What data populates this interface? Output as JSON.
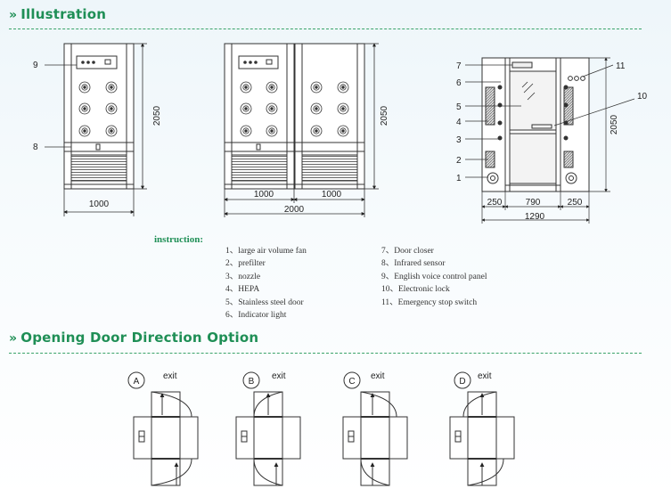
{
  "sections": {
    "illustration": "Illustration",
    "opening": "Opening Door Direction Option"
  },
  "front_single": {
    "callouts": [
      "9",
      "8"
    ],
    "height": "2050",
    "width": "1000"
  },
  "front_double": {
    "height": "2050",
    "width_left": "1000",
    "width_right": "1000",
    "width_total": "2000"
  },
  "side_view": {
    "callouts_left": [
      "7",
      "6",
      "5",
      "4",
      "3",
      "2",
      "1"
    ],
    "callouts_right": [
      "11",
      "10"
    ],
    "height": "2050",
    "seg_left": "250",
    "seg_mid": "790",
    "seg_right": "250",
    "total": "1290"
  },
  "instruction": {
    "heading": "instruction:",
    "left_items": [
      "1、large air volume fan",
      "2、prefilter",
      "3、nozzle",
      "4、HEPA",
      "5、Stainless steel door",
      "6、Indicator light"
    ],
    "right_items": [
      "7、Door closer",
      "8、Infrared sensor",
      "9、English voice control panel",
      "10、Electronic lock",
      "11、Emergency stop switch"
    ]
  },
  "options": [
    {
      "letter": "A",
      "exit": "exit"
    },
    {
      "letter": "B",
      "exit": "exit"
    },
    {
      "letter": "C",
      "exit": "exit"
    },
    {
      "letter": "D",
      "exit": "exit"
    }
  ]
}
